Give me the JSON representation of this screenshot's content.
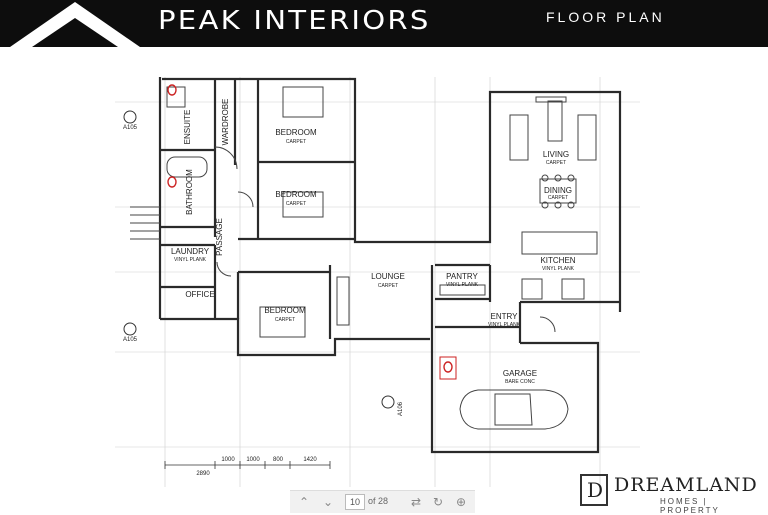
{
  "header": {
    "brand": "PEAK INTERIORS",
    "title": "FLOOR PLAN"
  },
  "rooms": [
    {
      "name": "ENSUITE",
      "sub": ""
    },
    {
      "name": "WARDROBE",
      "sub": ""
    },
    {
      "name": "BEDROOM",
      "sub": "CARPET"
    },
    {
      "name": "BATHROOM",
      "sub": ""
    },
    {
      "name": "BEDROOM",
      "sub": "CARPET"
    },
    {
      "name": "PASSAGE",
      "sub": ""
    },
    {
      "name": "LAUNDRY",
      "sub": "VINYL PLANK"
    },
    {
      "name": "OFFICE",
      "sub": ""
    },
    {
      "name": "BEDROOM",
      "sub": "CARPET"
    },
    {
      "name": "LOUNGE",
      "sub": "CARPET"
    },
    {
      "name": "PANTRY",
      "sub": "VINYL PLANK"
    },
    {
      "name": "ENTRY",
      "sub": "VINYL PLANK"
    },
    {
      "name": "GARAGE",
      "sub": "BARE CONC"
    },
    {
      "name": "LIVING",
      "sub": "CARPET"
    },
    {
      "name": "DINING",
      "sub": "CARPET"
    },
    {
      "name": "KITCHEN",
      "sub": "VINYL PLANK"
    }
  ],
  "section_marks": [
    "A105",
    "A105",
    "A106"
  ],
  "dimensions": [
    "2890",
    "1000",
    "1000",
    "800",
    "1420"
  ],
  "pager": {
    "page": "10",
    "count": "of 28"
  },
  "logo": {
    "name": "DREAMLAND",
    "tagline": "HOMES | PROPERTY",
    "monogram": "D"
  },
  "colors": {
    "header_bg": "#0d0d0d",
    "line": "#333333",
    "toilet_mark": "#cc2222"
  }
}
